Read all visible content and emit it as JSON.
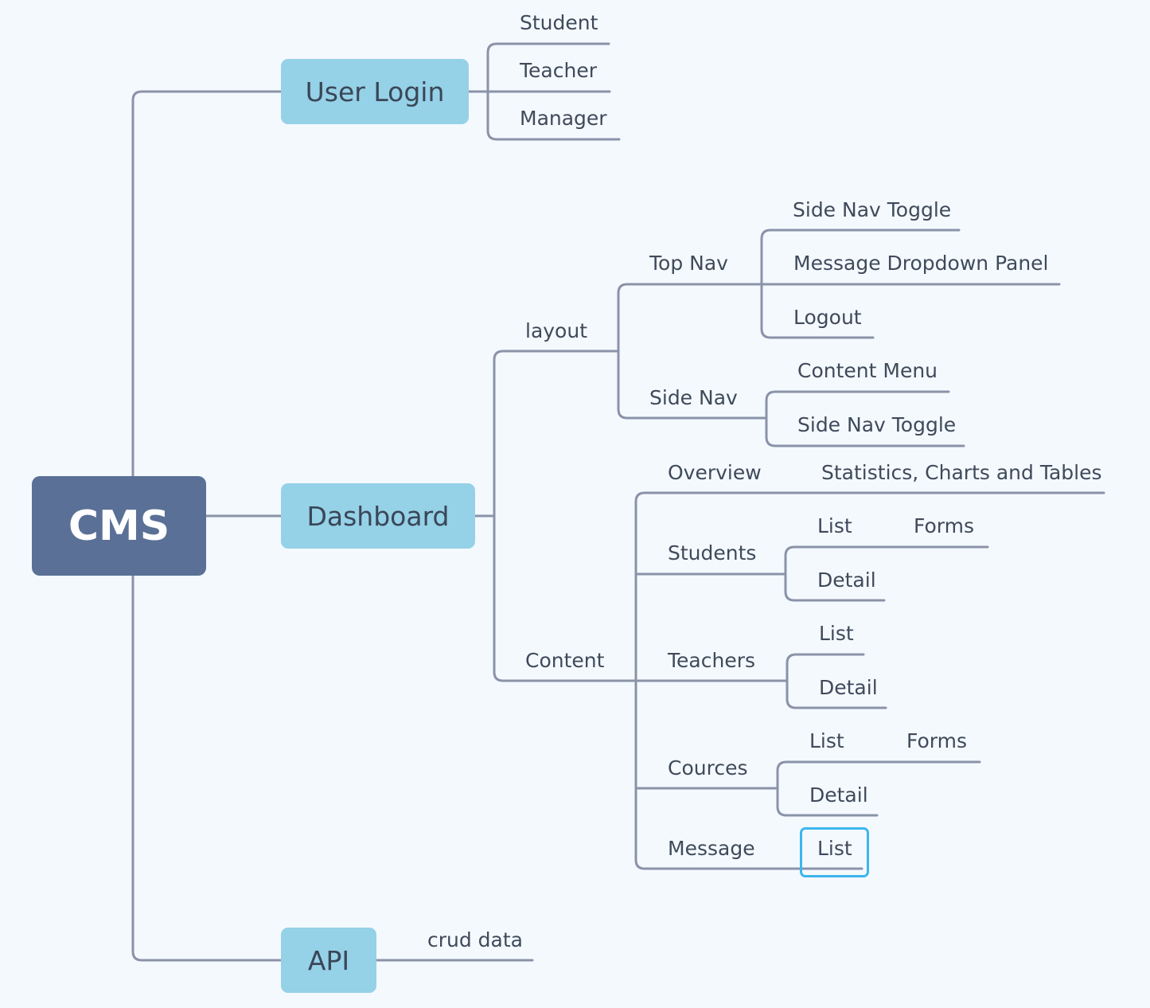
{
  "root": {
    "label": "CMS"
  },
  "branches": {
    "user_login": {
      "label": "User Login",
      "children": [
        "Student",
        "Teacher",
        "Manager"
      ]
    },
    "dashboard": {
      "label": "Dashboard",
      "layout": {
        "label": "layout",
        "top_nav": {
          "label": "Top Nav",
          "children": [
            "Side Nav Toggle",
            "Message Dropdown Panel",
            "Logout"
          ]
        },
        "side_nav": {
          "label": "Side Nav",
          "children": [
            "Content Menu",
            "Side Nav Toggle"
          ]
        }
      },
      "content": {
        "label": "Content",
        "overview": {
          "label": "Overview",
          "children": [
            "Statistics, Charts and Tables"
          ]
        },
        "students": {
          "label": "Students",
          "list": "List",
          "list_child": "Forms",
          "detail": "Detail"
        },
        "teachers": {
          "label": "Teachers",
          "list": "List",
          "detail": "Detail"
        },
        "cources": {
          "label": "Cources",
          "list": "List",
          "list_child": "Forms",
          "detail": "Detail"
        },
        "message": {
          "label": "Message",
          "list": "List"
        }
      }
    },
    "api": {
      "label": "API",
      "children": [
        "crud data"
      ]
    }
  },
  "colors": {
    "root": "#5a7096",
    "main_topic": "#95d1e7",
    "connector": "#8a93a8",
    "selection": "#3cb6ee",
    "background": "#f4f9fe"
  }
}
